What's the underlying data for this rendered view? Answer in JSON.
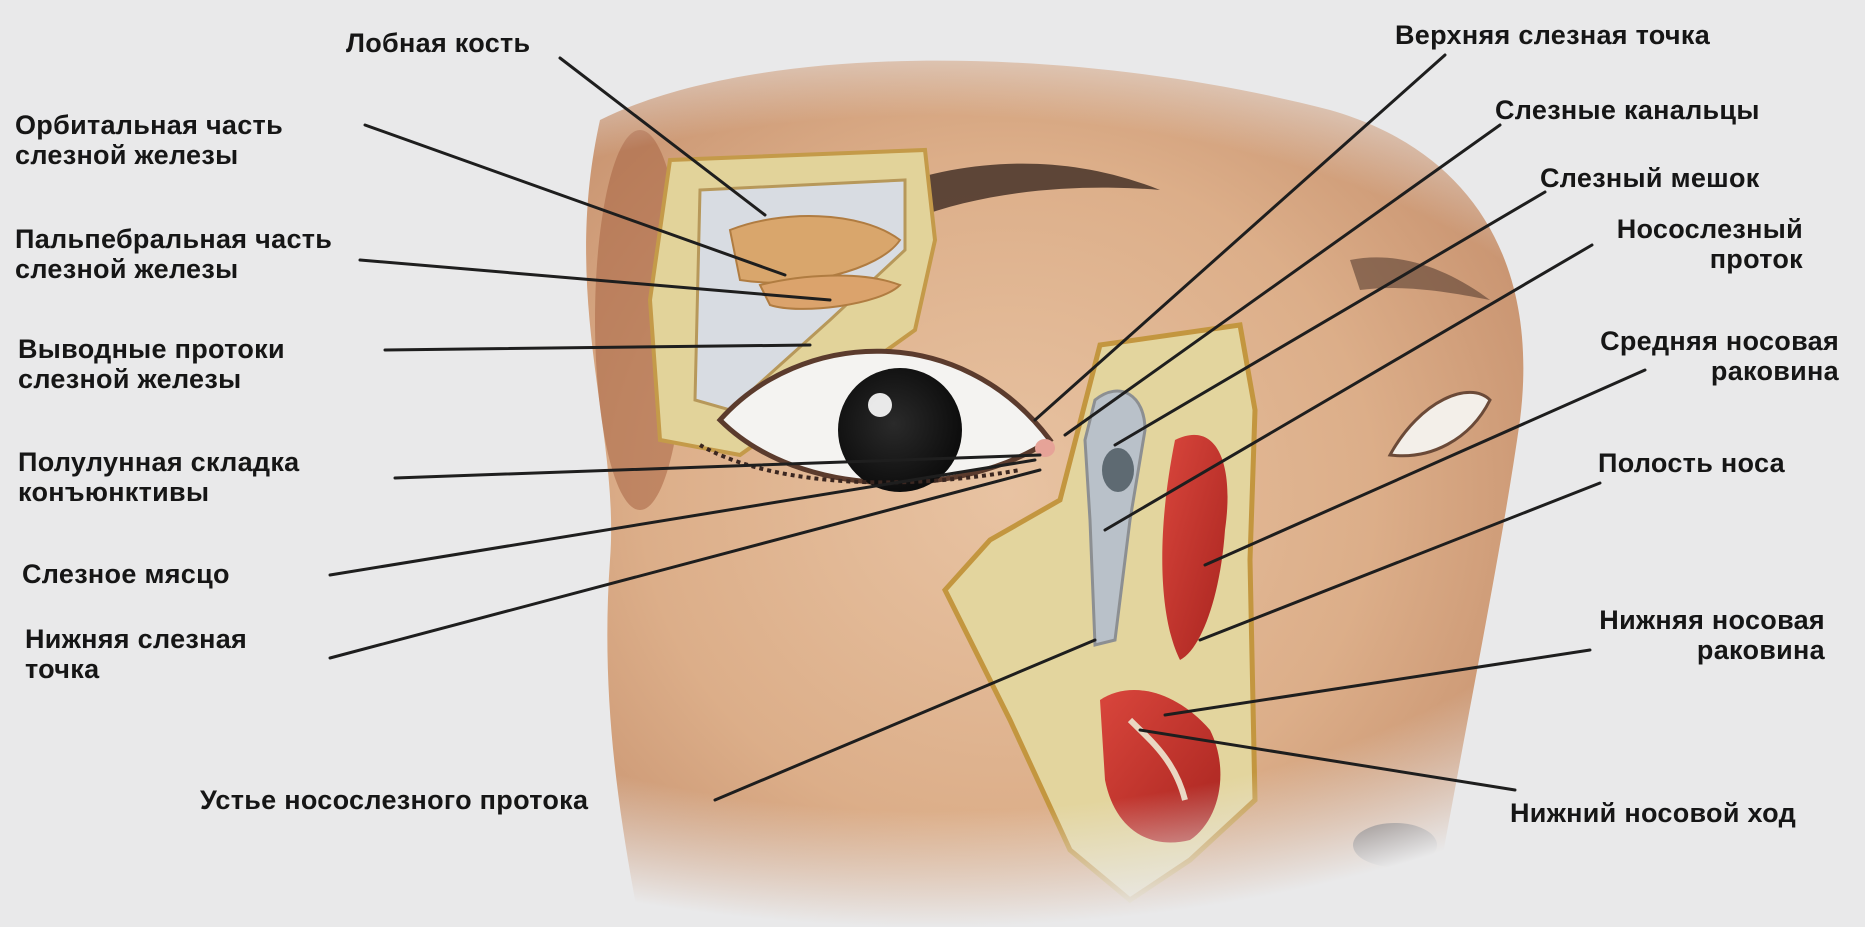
{
  "labels_left": {
    "frontal_bone": [
      "Лобная кость"
    ],
    "orbital_part": [
      "Орбитальная часть",
      "слезной железы"
    ],
    "palpebral_part": [
      "Пальпебральная часть",
      "слезной железы"
    ],
    "excretory_ducts": [
      "Выводные протоки",
      "слезной железы"
    ],
    "semilunar_fold": [
      "Полулунная складка",
      "конъюнктивы"
    ],
    "lacrimal_caruncle": [
      "Слезное мясцо"
    ],
    "lower_punctum": [
      "Нижняя слезная",
      "точка"
    ],
    "duct_orifice": [
      "Устье носослезного протока"
    ]
  },
  "labels_right": {
    "upper_punctum": [
      "Верхняя слезная точка"
    ],
    "canaliculi": [
      "Слезные канальцы"
    ],
    "sac": [
      "Слезный мешок"
    ],
    "nasolacrimal_duct": [
      "Носослезный",
      "проток"
    ],
    "middle_concha": [
      "Средняя носовая",
      "раковина"
    ],
    "nasal_cavity": [
      "Полость носа"
    ],
    "inferior_concha": [
      "Нижняя носовая",
      "раковина"
    ],
    "inferior_meatus": [
      "Нижний носовой ход"
    ]
  },
  "colors": {
    "background": "#e9e9ea",
    "skin": "#e3b894",
    "skin_shadow": "#b87c5a",
    "bone": "#d9c98e",
    "mucosa": "#c0332c",
    "leader": "#1e1e1e",
    "iris": "#151515"
  }
}
